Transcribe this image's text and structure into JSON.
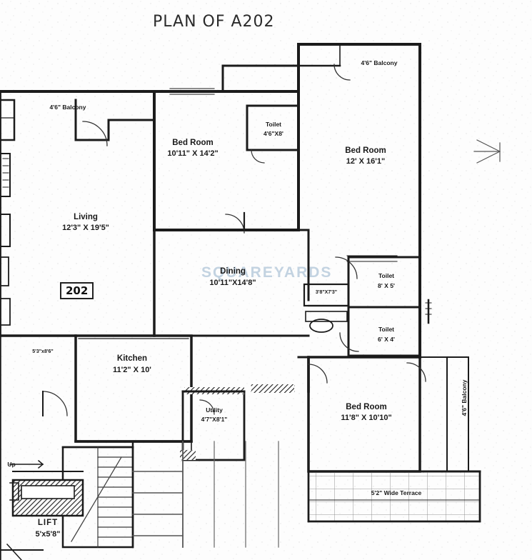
{
  "document": {
    "title": "PLAN OF A202",
    "unit_number": "202",
    "watermark": "SQUAREYARDS"
  },
  "rooms": [
    {
      "name": "Living",
      "dim": "12'3\" X 19'5\""
    },
    {
      "name": "Bed Room",
      "dim": "10'11\" X 14'2\""
    },
    {
      "name": "Bed Room",
      "dim": "12' X 16'1\""
    },
    {
      "name": "Bed Room",
      "dim": "11'8\" X 10'10\""
    },
    {
      "name": "Dining",
      "dim": "10'11\"X14'8\""
    },
    {
      "name": "Kitchen",
      "dim": "11'2\" X 10'"
    },
    {
      "name": "Utility",
      "dim": "4'7\"X8'1\""
    },
    {
      "name": "Toilet",
      "dim": "4'6\"X8'"
    },
    {
      "name": "Toilet",
      "dim": "8' X 5'"
    },
    {
      "name": "Toilet",
      "dim": "6' X 4'"
    },
    {
      "name": "LIFT",
      "dim": "5'x5'8\""
    }
  ],
  "labels": {
    "balcony_top_left": "4'6\" Balcony",
    "balcony_top_right": "4'6\" Balcony",
    "balcony_right_vertical": "4'6\" Balcony",
    "terrace": "5'2\" Wide Terrace",
    "left_small_room": "5'3\"x8'6\"",
    "dining_nook": "3'8\"X7'3\"",
    "stair_up": "Up"
  },
  "colors": {
    "wall": "#1b1b1b",
    "line": "#3a3a3a",
    "hatch": "#6f6f6f",
    "watermark": "#b9ccdd",
    "paper": "#fdfdfd"
  }
}
